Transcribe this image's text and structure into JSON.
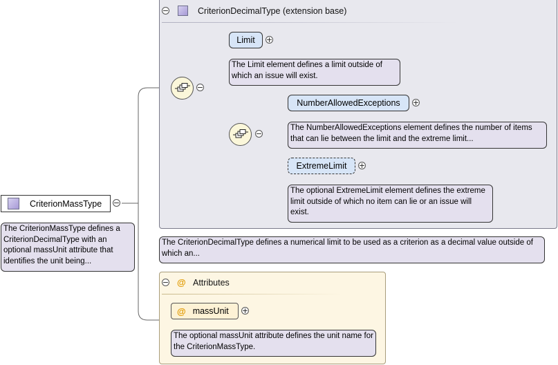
{
  "root": {
    "name": "CriterionMassType",
    "doc": "The CriterionMassType defines a CriterionDecimalType with an optional massUnit attribute that identifies the unit being..."
  },
  "extension": {
    "title": "CriterionDecimalType (extension base)",
    "doc": "The CriterionDecimalType defines a numerical limit to be used as a criterion as a decimal value outside of which an..."
  },
  "elements": [
    {
      "name": "Limit",
      "doc": "The Limit element defines a limit outside of which an issue will exist."
    },
    {
      "name": "NumberAllowedExceptions",
      "doc": "The NumberAllowedExceptions element defines the number of items that can lie between the limit and the extreme limit..."
    },
    {
      "name": "ExtremeLimit",
      "doc": "The optional ExtremeLimit element defines the extreme limit outside of which no item can lie or an issue will exist."
    }
  ],
  "attributes": {
    "title": "Attributes",
    "items": [
      {
        "name": "massUnit",
        "doc": "The optional massUnit attribute defines the unit name for the CriterionMassType."
      }
    ]
  },
  "symbols": {
    "collapse": "−",
    "expand": "+",
    "attribute": "@"
  }
}
